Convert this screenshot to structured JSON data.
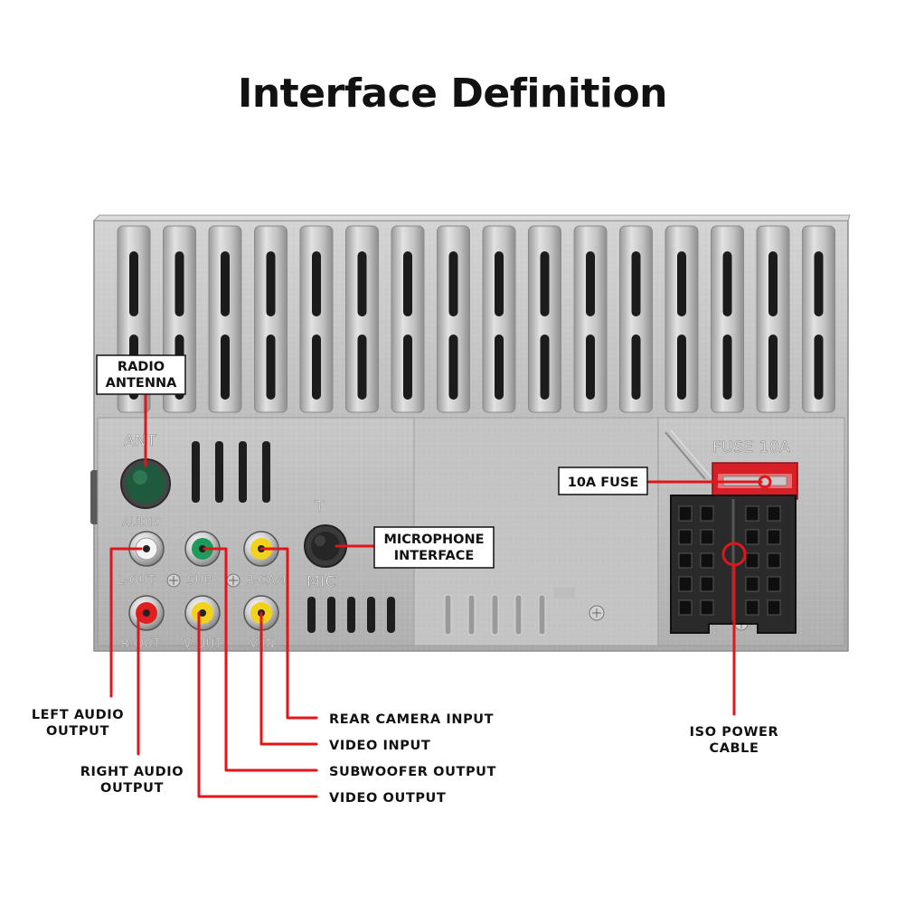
{
  "title": "Interface Definition",
  "embossed": {
    "ant": "ANT",
    "audio": "AUDIO",
    "l_out": "L-OUT",
    "sub": "SUB",
    "r_cam": "R-CAM",
    "r_out": "R-OUT",
    "v_out": "V-OUT",
    "v_in": "V-IN",
    "mic": "MIC",
    "mic_t": "T",
    "fuse": "FUSE 10A"
  },
  "callouts": {
    "radio_antenna": [
      "RADIO",
      "ANTENNA"
    ],
    "microphone_interface": [
      "MICROPHONE",
      "INTERFACE"
    ],
    "fuse_10a": "10A FUSE"
  },
  "labels": {
    "left_audio_output": [
      "LEFT AUDIO",
      "OUTPUT"
    ],
    "right_audio_output": [
      "RIGHT AUDIO",
      "OUTPUT"
    ],
    "rear_camera_input": "REAR  CAMERA  INPUT",
    "video_input": "VIDEO  INPUT",
    "subwoofer_output": "SUBWOOFER OUTPUT",
    "video_output": "VIDEO  OUTPUT",
    "iso_power_cable": [
      "ISO POWER",
      "CABLE"
    ]
  },
  "colors": {
    "leader": "#e0161b",
    "rca_white": "#f4f4f4",
    "rca_red": "#e02020",
    "rca_green": "#1e9a5c",
    "rca_yellow": "#f2d21a",
    "ant_green": "#1f5a3e",
    "chassis": "#b9b9b9"
  }
}
